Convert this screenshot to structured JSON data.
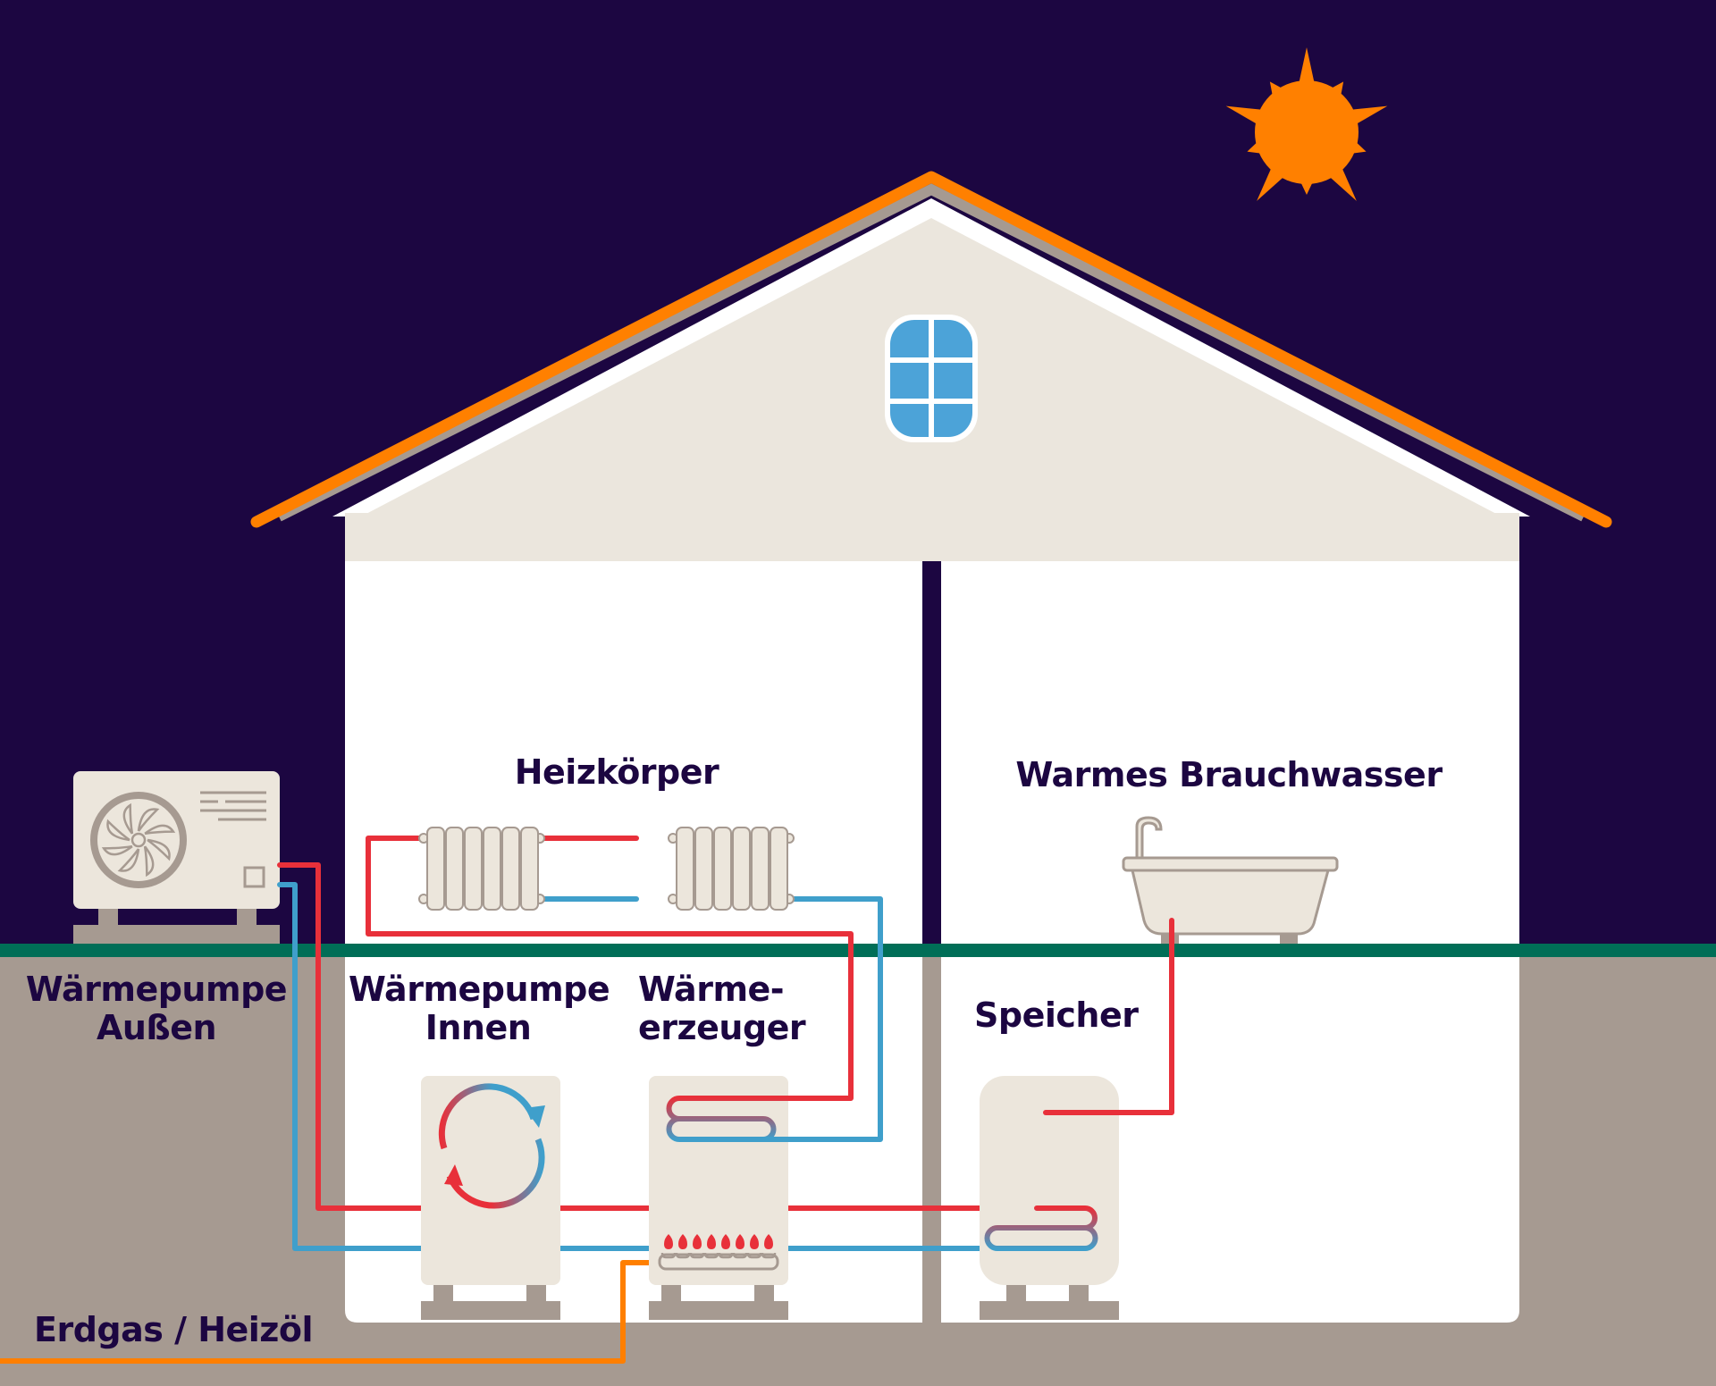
{
  "title": "Wärmepumpe Hybridsystem",
  "labels": {
    "heizkoerper": "Heizkörper",
    "brauchwasser": "Warmes Brauchwasser",
    "wp_aussen_1": "Wärmepumpe",
    "wp_aussen_2": "Außen",
    "wp_innen_1": "Wärmepumpe",
    "wp_innen_2": "Innen",
    "erzeuger_1": "Wärme-",
    "erzeuger_2": "erzeuger",
    "speicher": "Speicher",
    "brennstoff": "Erdgas / Heizöl"
  },
  "colors": {
    "sky": "#1c0641",
    "sun": "#ff8000",
    "roof_edge": "#ff8000",
    "wall": "#ebe6dd",
    "ground": "#a69a91",
    "grass": "#006e57",
    "hot_pipe": "#e8303a",
    "cold_pipe": "#3f9fcb",
    "gas_pipe": "#ff7f00",
    "appliance": "#ece6dc",
    "appliance_stroke": "#a69a91",
    "window": "#4ca3d8",
    "text": "#1c0641"
  },
  "icons": {
    "sun": "sun-icon",
    "window": "window-icon",
    "outdoor_unit": "heat-pump-outdoor-icon",
    "fan": "fan-icon",
    "radiator": "radiator-icon",
    "bathtub": "bathtub-icon",
    "heat_pump_indoor": "heat-pump-indoor-icon",
    "cycle": "cycle-arrows-icon",
    "boiler": "boiler-icon",
    "flame": "flame-icon",
    "storage_tank": "storage-tank-icon"
  }
}
